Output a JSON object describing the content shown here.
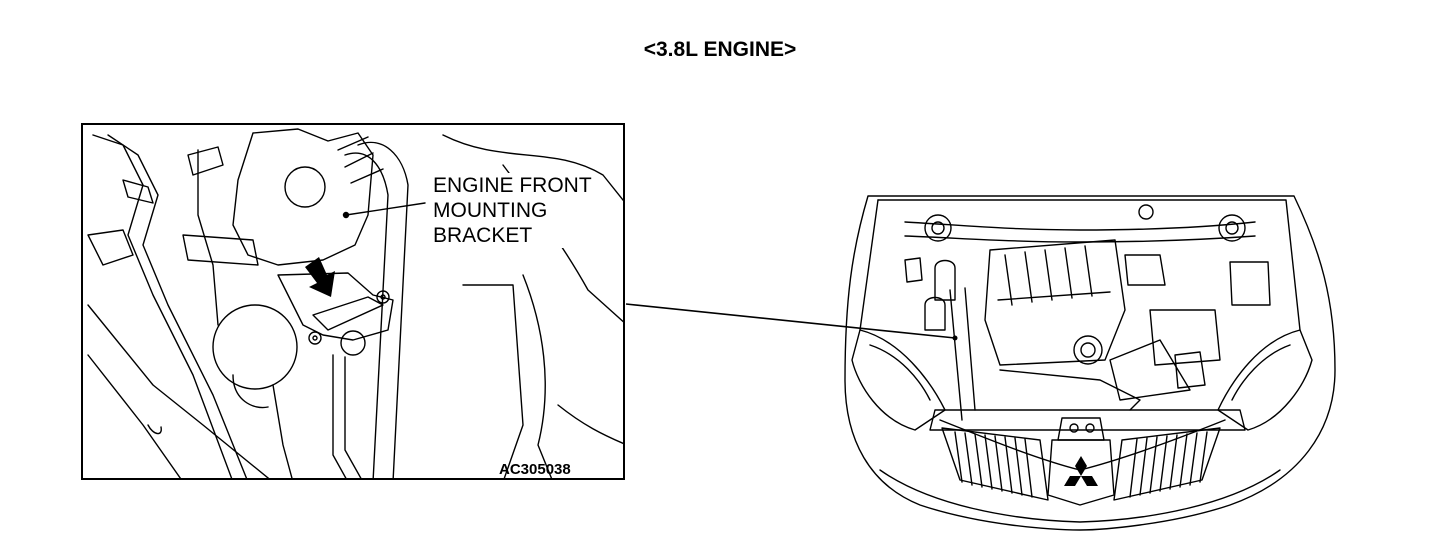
{
  "title": "<3.8L ENGINE>",
  "callout": {
    "lines": [
      "ENGINE FRONT",
      "MOUNTING",
      "BRACKET"
    ]
  },
  "figure_id": "AC305038",
  "icons": {
    "detail": "engine-mount-detail-illustration",
    "car": "car-front-open-hood-illustration",
    "arrow": "pointer-arrow-icon",
    "logo": "three-diamond-emblem-icon"
  }
}
